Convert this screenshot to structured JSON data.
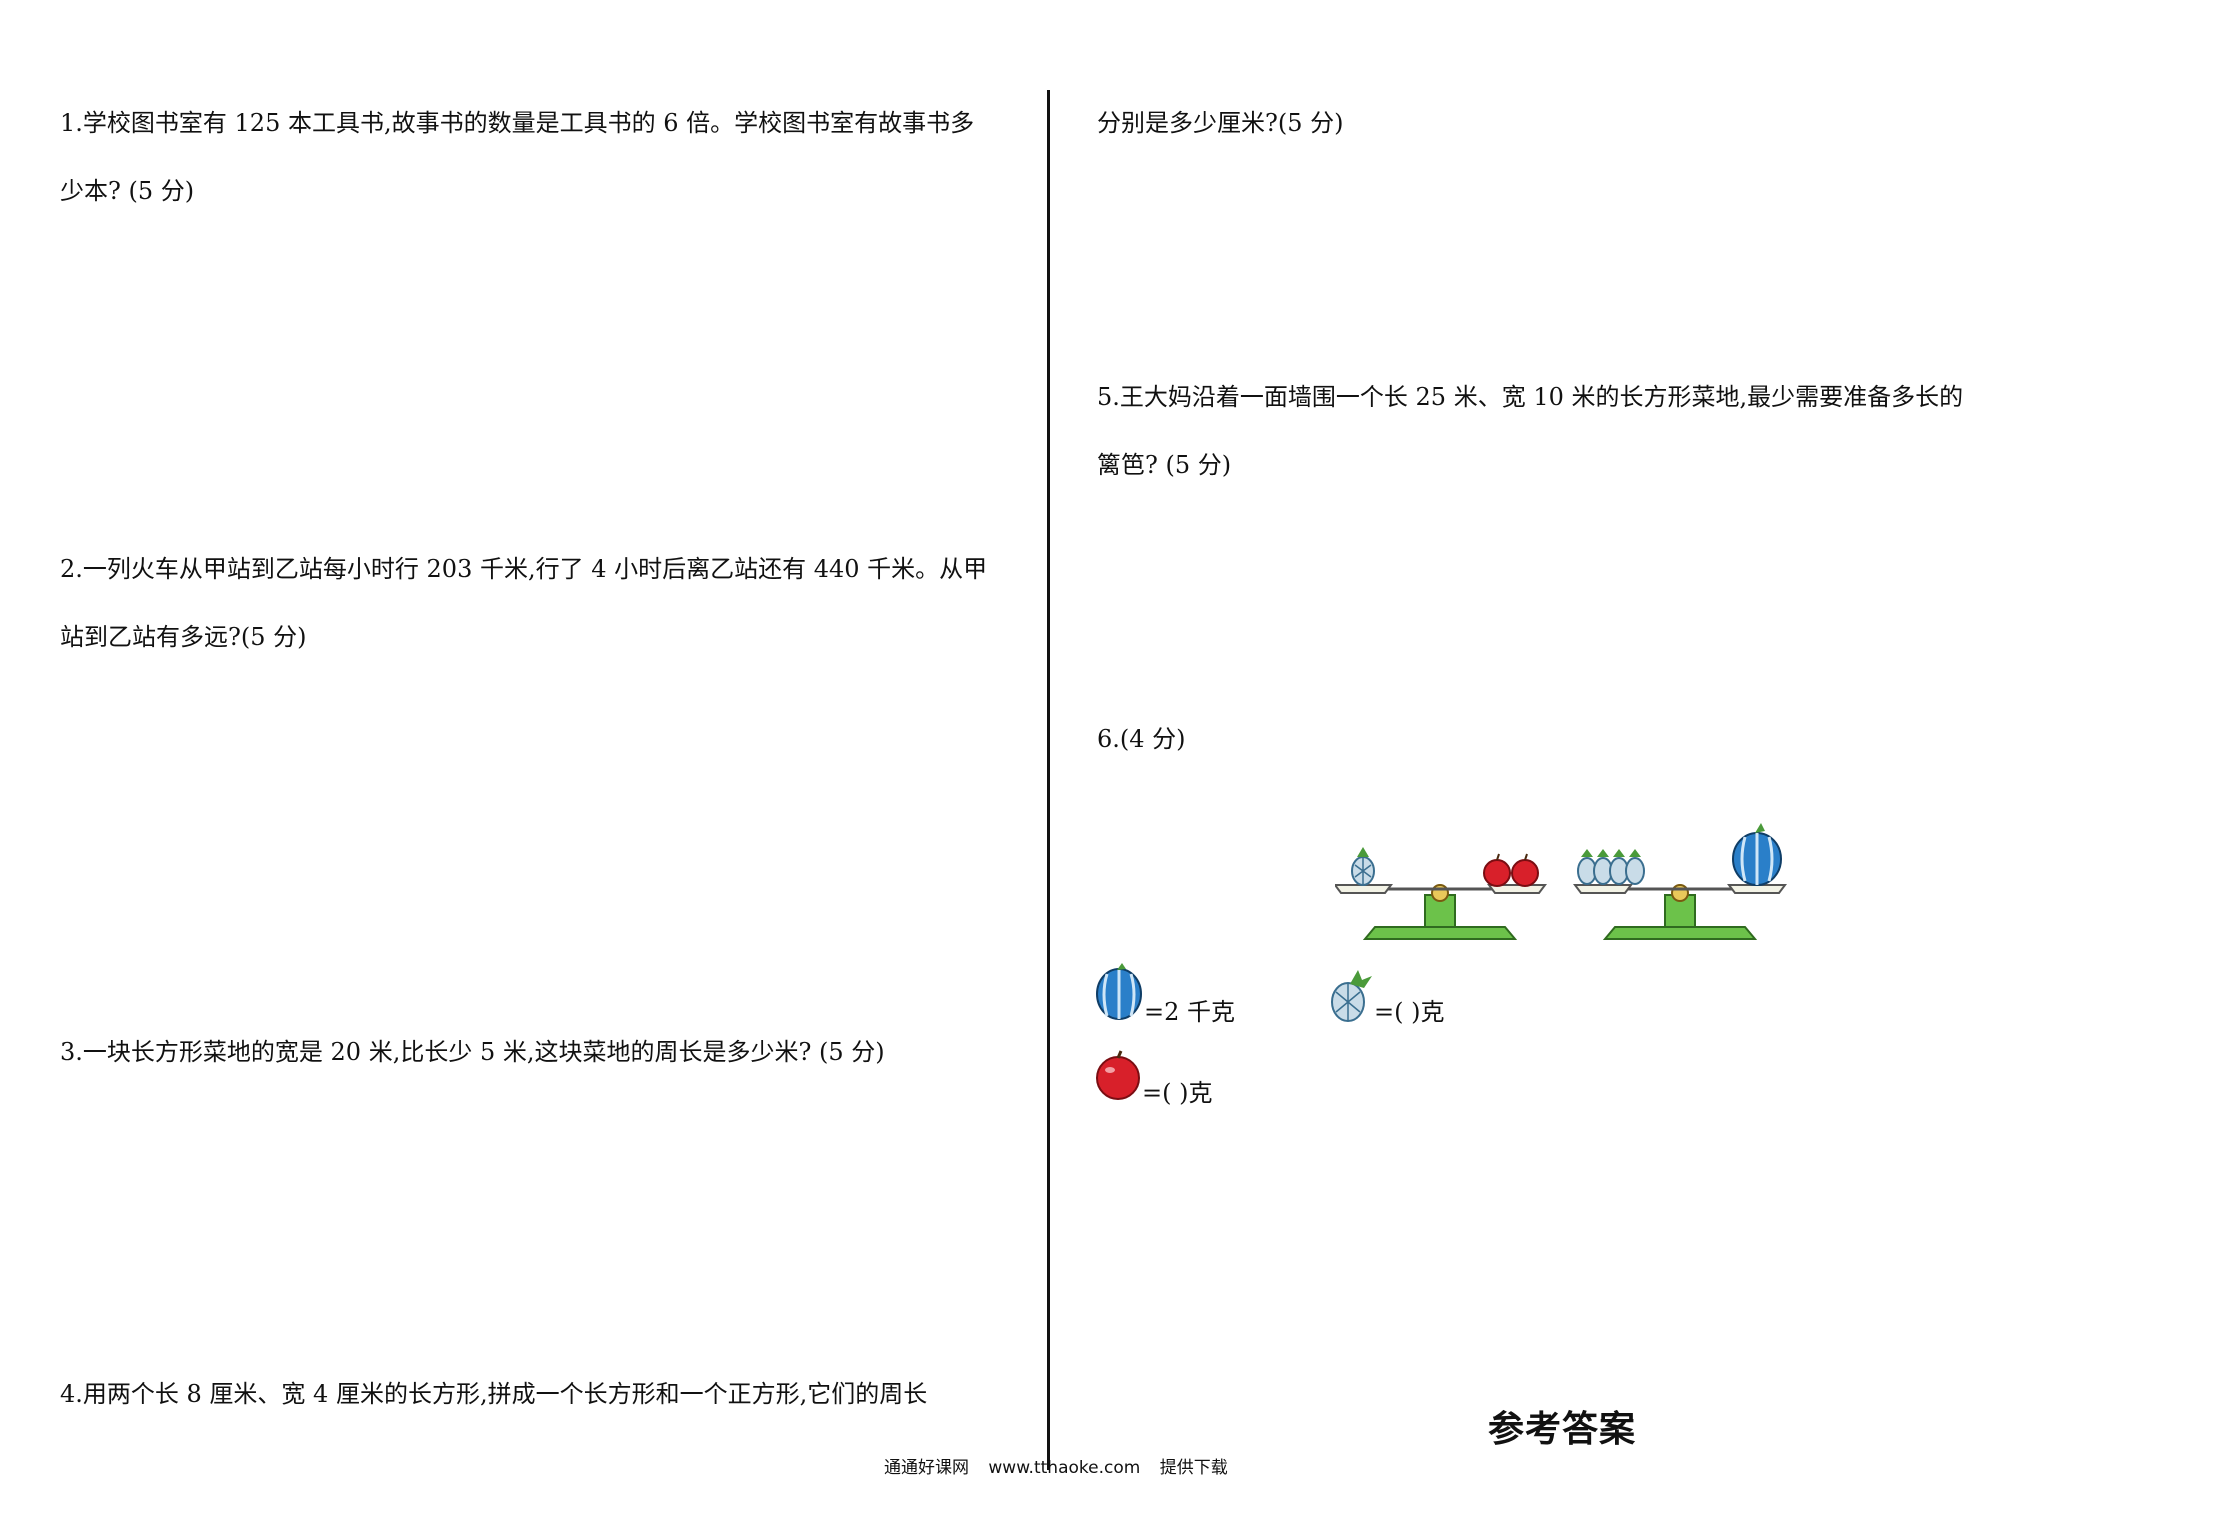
{
  "questions": {
    "q1": {
      "line1": "1.学校图书室有 125 本工具书,故事书的数量是工具书的 6 倍。学校图书室有故事书多",
      "line2": "少本? (5 分)"
    },
    "q2": {
      "line1": "2.一列火车从甲站到乙站每小时行 203 千米,行了 4 小时后离乙站还有 440 千米。从甲",
      "line2": "站到乙站有多远?(5 分)"
    },
    "q3": {
      "line1": "3.一块长方形菜地的宽是 20 米,比长少 5 米,这块菜地的周长是多少米? (5 分)"
    },
    "q4": {
      "line1": "4.用两个长 8 厘米、宽 4 厘米的长方形,拼成一个长方形和一个正方形,它们的周长"
    },
    "q4b": {
      "line1": "分别是多少厘米?(5 分)"
    },
    "q5": {
      "line1": "5.王大妈沿着一面墙围一个长 25 米、宽 10 米的长方形菜地,最少需要准备多长的",
      "line2": "篱笆?   (5 分)"
    },
    "q6": {
      "line1": "6.(4 分)"
    }
  },
  "equations": {
    "watermelon": "=2 千克",
    "pineapple": "=(       )克",
    "apple": "=(       )克"
  },
  "answer_title": "参考答案",
  "footer": {
    "site": "通通好课网",
    "url": "www.tthaoke.com",
    "note": "提供下载"
  },
  "colors": {
    "scale_green": "#6cc24a",
    "scale_dark": "#2f6b1f",
    "apple_red": "#d8202a",
    "melon_blue": "#2a7fc9"
  }
}
